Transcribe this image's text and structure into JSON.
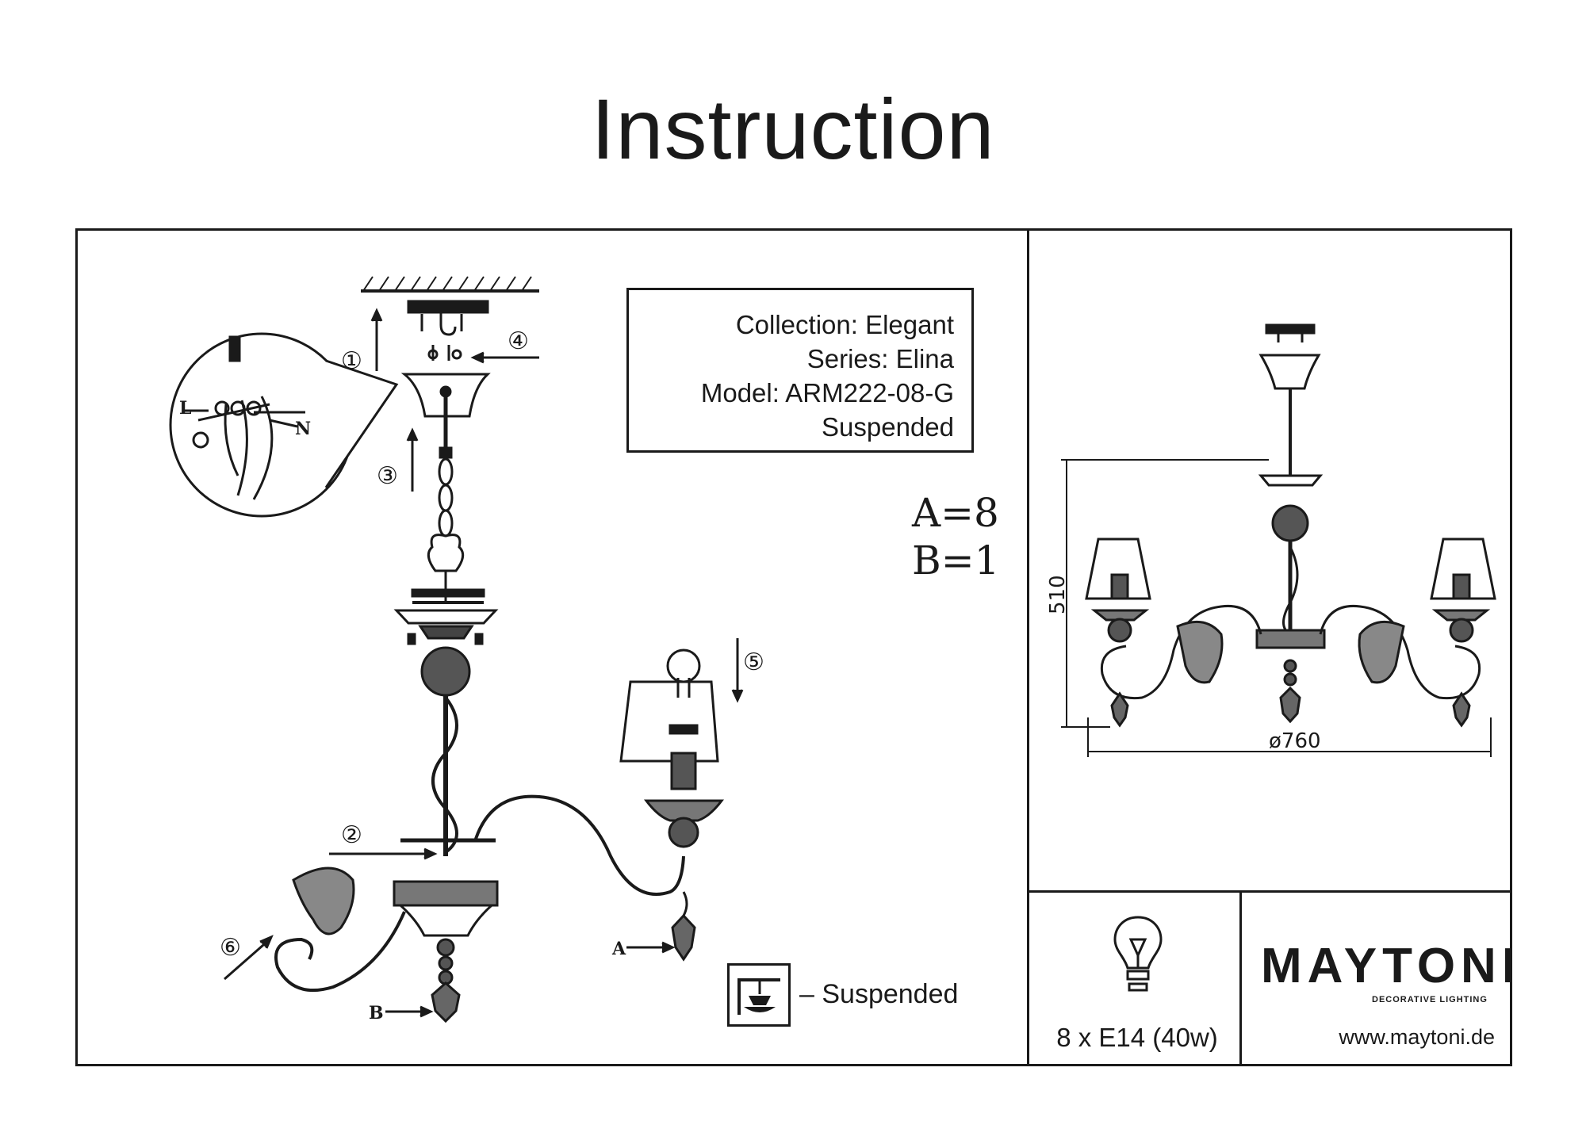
{
  "title": "Instruction",
  "info": {
    "collection": "Collection: Elegant",
    "series": "Series: Elina",
    "model": "Model: ARM222-08-G",
    "type": "Suspended"
  },
  "parts": {
    "a": "A=8",
    "b": "B=1"
  },
  "legend": {
    "suspended": "– Suspended"
  },
  "dimensions": {
    "height": "510",
    "diameter": "ø760"
  },
  "bulb": {
    "spec": "8 x E14 (40w)"
  },
  "brand": {
    "name": "MAYTONI",
    "tagline": "DECORATIVE LIGHTING",
    "website": "www.maytoni.de"
  },
  "steps": [
    "①",
    "②",
    "③",
    "④",
    "⑤",
    "⑥"
  ],
  "wire_labels": {
    "live": "L",
    "neutral": "N",
    "pendant_a": "A",
    "pendant_b": "B"
  },
  "icons": [
    "light-bulb-icon",
    "suspended-mount-icon",
    "ground-symbol-icon"
  ]
}
